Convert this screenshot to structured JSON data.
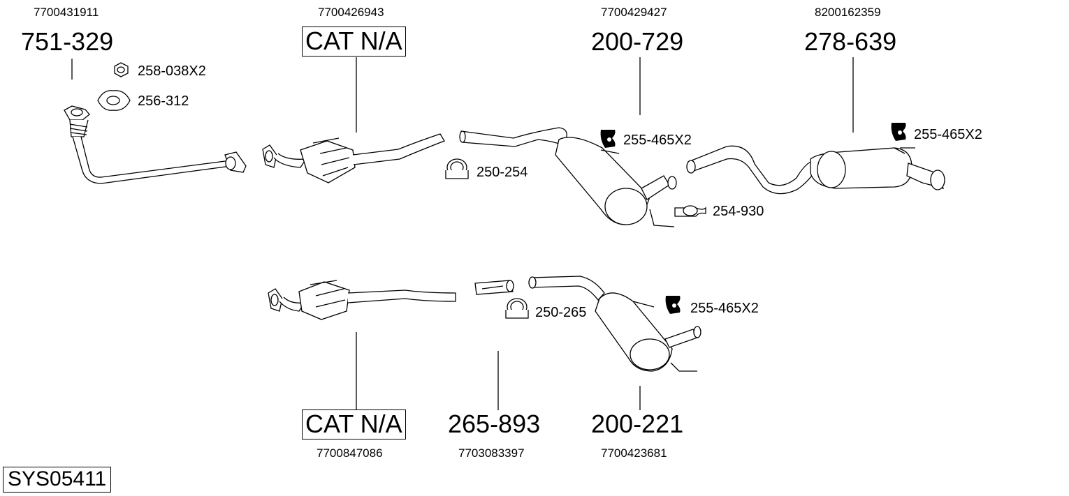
{
  "diagram": {
    "id": "SYS05411",
    "top_row": [
      {
        "oe": "7700431911",
        "part": "751-329",
        "boxed": false
      },
      {
        "oe": "7700426943",
        "part": "CAT N/A",
        "boxed": true
      },
      {
        "oe": "7700429427",
        "part": "200-729",
        "boxed": false
      },
      {
        "oe": "8200162359",
        "part": "278-639",
        "boxed": false
      }
    ],
    "bottom_row": [
      {
        "oe": "7700847086",
        "part": "CAT N/A",
        "boxed": true
      },
      {
        "oe": "7703083397",
        "part": "265-893",
        "boxed": false
      },
      {
        "oe": "7700423681",
        "part": "200-221",
        "boxed": false
      }
    ],
    "accessories": {
      "nut": {
        "label": "258-038X2",
        "icon": "nut-icon"
      },
      "gasket": {
        "label": "256-312",
        "icon": "gasket-icon"
      },
      "clamp_top": {
        "label": "250-254",
        "icon": "u-clamp-icon"
      },
      "hanger_mid": {
        "label": "255-465X2",
        "icon": "rubber-hanger-icon"
      },
      "band_clamp": {
        "label": "254-930",
        "icon": "band-clamp-icon"
      },
      "hanger_rear": {
        "label": "255-465X2",
        "icon": "rubber-hanger-icon"
      },
      "clamp_bottom": {
        "label": "250-265",
        "icon": "u-clamp-icon"
      },
      "hanger_bottom": {
        "label": "255-465X2",
        "icon": "rubber-hanger-icon"
      }
    }
  }
}
